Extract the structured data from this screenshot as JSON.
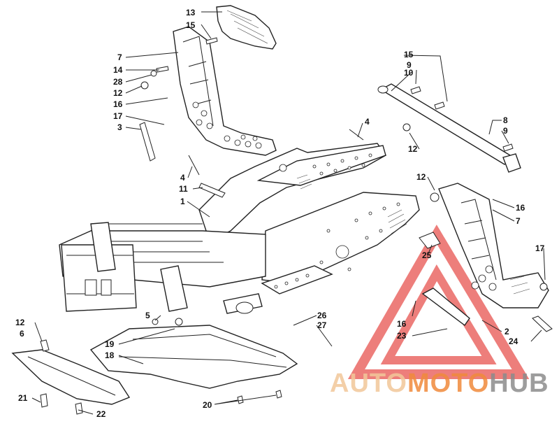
{
  "callouts": [
    {
      "id": "c13",
      "text": "13"
    },
    {
      "id": "c15a",
      "text": "15"
    },
    {
      "id": "c7a",
      "text": "7"
    },
    {
      "id": "c14",
      "text": "14"
    },
    {
      "id": "c28",
      "text": "28"
    },
    {
      "id": "c12a",
      "text": "12"
    },
    {
      "id": "c16a",
      "text": "16"
    },
    {
      "id": "c17a",
      "text": "17"
    },
    {
      "id": "c3",
      "text": "3"
    },
    {
      "id": "c4a",
      "text": "4"
    },
    {
      "id": "c11",
      "text": "11"
    },
    {
      "id": "c1",
      "text": "1"
    },
    {
      "id": "c4b",
      "text": "4"
    },
    {
      "id": "c15b",
      "text": "15"
    },
    {
      "id": "c9a",
      "text": "9"
    },
    {
      "id": "c10",
      "text": "10"
    },
    {
      "id": "c8",
      "text": "8"
    },
    {
      "id": "c9b",
      "text": "9"
    },
    {
      "id": "c12b",
      "text": "12"
    },
    {
      "id": "c12c",
      "text": "12"
    },
    {
      "id": "c16b",
      "text": "16"
    },
    {
      "id": "c7b",
      "text": "7"
    },
    {
      "id": "c17b",
      "text": "17"
    },
    {
      "id": "c25",
      "text": "25"
    },
    {
      "id": "c16c",
      "text": "16"
    },
    {
      "id": "c2",
      "text": "2"
    },
    {
      "id": "c23",
      "text": "23"
    },
    {
      "id": "c24",
      "text": "24"
    },
    {
      "id": "c12d",
      "text": "12"
    },
    {
      "id": "c6",
      "text": "6"
    },
    {
      "id": "c5",
      "text": "5"
    },
    {
      "id": "c19",
      "text": "19"
    },
    {
      "id": "c18",
      "text": "18"
    },
    {
      "id": "c26",
      "text": "26"
    },
    {
      "id": "c27",
      "text": "27"
    },
    {
      "id": "c21",
      "text": "21"
    },
    {
      "id": "c22",
      "text": "22"
    },
    {
      "id": "c20",
      "text": "20"
    }
  ],
  "watermark": {
    "part1": "AUTO",
    "part2": "MOTO",
    "part3": "HUB",
    "color_light": "#f2c79a",
    "color_orange": "#f08a3c",
    "color_dark": "#8c8c8c",
    "triangle_color": "#e8534f"
  }
}
